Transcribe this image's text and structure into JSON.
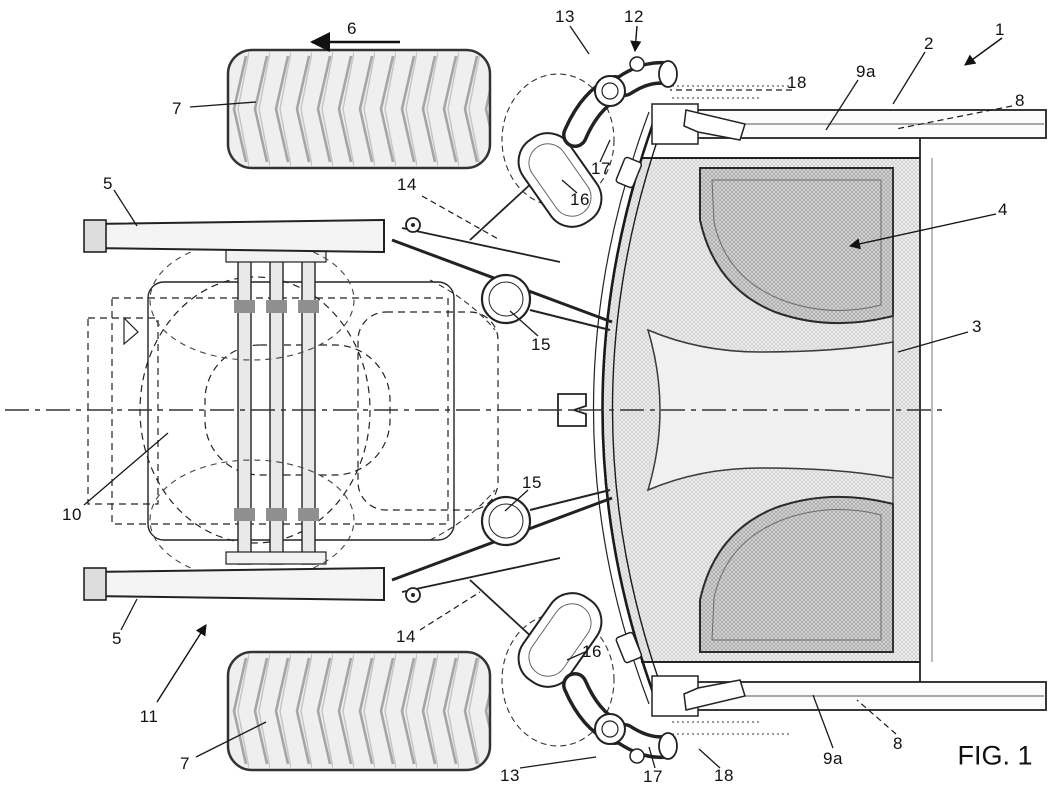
{
  "figure_label": "FIG. 1",
  "colors": {
    "ink": "#1a1a1a",
    "paper": "#ffffff"
  },
  "reference_numerals": [
    {
      "id": "ref-6",
      "text": "6"
    },
    {
      "id": "ref-13-top",
      "text": "13"
    },
    {
      "id": "ref-12",
      "text": "12"
    },
    {
      "id": "ref-1",
      "text": "1"
    },
    {
      "id": "ref-2",
      "text": "2"
    },
    {
      "id": "ref-9a-top",
      "text": "9a"
    },
    {
      "id": "ref-18-top",
      "text": "18"
    },
    {
      "id": "ref-8-top",
      "text": "8"
    },
    {
      "id": "ref-7-top",
      "text": "7"
    },
    {
      "id": "ref-5-top",
      "text": "5"
    },
    {
      "id": "ref-14-top",
      "text": "14"
    },
    {
      "id": "ref-17-top",
      "text": "17"
    },
    {
      "id": "ref-16-top",
      "text": "16"
    },
    {
      "id": "ref-4",
      "text": "4"
    },
    {
      "id": "ref-3",
      "text": "3"
    },
    {
      "id": "ref-15-top",
      "text": "15"
    },
    {
      "id": "ref-10",
      "text": "10"
    },
    {
      "id": "ref-15-bottom",
      "text": "15"
    },
    {
      "id": "ref-5-bottom",
      "text": "5"
    },
    {
      "id": "ref-14-bottom",
      "text": "14"
    },
    {
      "id": "ref-11",
      "text": "11"
    },
    {
      "id": "ref-16-bottom",
      "text": "16"
    },
    {
      "id": "ref-7-bottom",
      "text": "7"
    },
    {
      "id": "ref-13-bottom",
      "text": "13"
    },
    {
      "id": "ref-17-bottom",
      "text": "17"
    },
    {
      "id": "ref-18-bottom",
      "text": "18"
    },
    {
      "id": "ref-9a-bottom",
      "text": "9a"
    },
    {
      "id": "ref-8-bottom",
      "text": "8"
    }
  ]
}
